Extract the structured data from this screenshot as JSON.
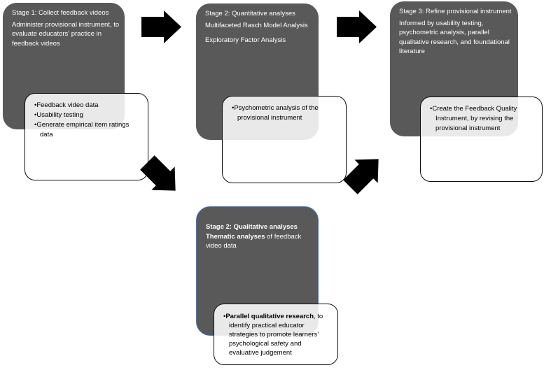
{
  "colors": {
    "figure_bg": "#ffffff",
    "stage_box": "#595959",
    "stage_text": "#ffffff",
    "detail_border": "#0d0d0d",
    "qual_outline": "#4472c4",
    "arrow_fill": "#000000"
  },
  "icons": {
    "arrow_stage1_to_stage2quant": "arrow-right",
    "arrow_stage2quant_to_stage3": "arrow-right",
    "arrow_stage1_to_stage2qual": "arrow-down-right",
    "arrow_stage2qual_to_stage3": "arrow-up-right"
  },
  "boxes": {
    "stage1": {
      "title": "Stage 1: Collect feedback videos",
      "body": "Administer provisional instrument, to evaluate educators' practice in feedback videos",
      "bullets": [
        "Feedback video data",
        "Usability testing",
        "Generate empirical item ratings data"
      ]
    },
    "stage2_quant": {
      "title": "Stage 2: Quantitative analyses",
      "body_lines": [
        "Multifaceted Rasch Model Analysis",
        "Exploratory Factor Analysis"
      ],
      "bullets": [
        "Psychometric analysis of the provisional instrument"
      ]
    },
    "stage3": {
      "title": "Stage 3: Refine provisional instrument",
      "body": "Informed by usability testing, psychometric analysis, parallel qualitative research, and foundational literature",
      "bullets": [
        "Create the Feedback Quality Instrument, by revising the provisional instrument"
      ]
    },
    "stage2_qual": {
      "title": "Stage 2: Qualitative analyses",
      "body_bold": "Thematic analyses",
      "body_rest": " of feedback video data",
      "bullet_bold": "Parallel qualitative research",
      "bullet_rest": ", to identify practical educator strategies to promote learners’ psychological safety and evaluative judgement"
    }
  }
}
